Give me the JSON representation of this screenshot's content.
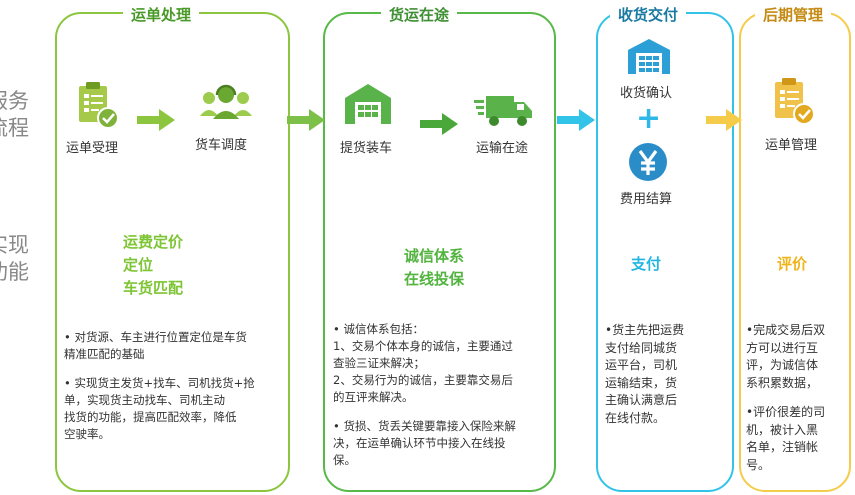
{
  "side_labels": {
    "service_flow": [
      "服务",
      "流程"
    ],
    "functions": [
      "实现",
      "功能"
    ]
  },
  "colors": {
    "green_stage": "#8cc63f",
    "mid_stage": "#57b947",
    "pay_stage": "#32c3e8",
    "review_stage": "#f5cc4a",
    "feature_text_green": "#7dc534",
    "feature_text_mid": "#52b33f",
    "pay_text": "#22b5e2",
    "review_text": "#f0b41c"
  },
  "stages": [
    {
      "title": "运单处理",
      "steps": [
        {
          "label": "运单受理",
          "icon": "clipboard-check-icon"
        },
        {
          "label": "货车调度",
          "icon": "dispatch-team-icon"
        }
      ],
      "features": [
        "运费定价",
        "定位",
        "车货匹配"
      ],
      "details": [
        [
          "•  对货源、车主进行位置定位是车货",
          "    精准匹配的基础"
        ],
        [
          "•  实现货主发货+找车、司机找货+抢",
          "    单，实现货主动找车、司机主动",
          "    找货的功能，提高匹配效率，降低",
          "    空驶率。"
        ]
      ]
    },
    {
      "title": "货运在途",
      "steps": [
        {
          "label": "提货装车",
          "icon": "warehouse-icon"
        },
        {
          "label": "运输在途",
          "icon": "moving-truck-icon"
        }
      ],
      "features": [
        "诚信体系",
        "在线投保"
      ],
      "details": [
        [
          "•  诚信体系包括：",
          "1、交易个体本身的诚信，主要通过",
          "查验三证来解决；",
          "2、交易行为的诚信，主要靠交易后",
          "的互评来解决。"
        ],
        [
          "•  货损、货丢关键要靠接入保险来解",
          "    决，在运单确认环节中接入在线投",
          "    保。"
        ]
      ]
    },
    {
      "title": "收货交付",
      "steps": [
        {
          "label": "收货确认",
          "icon": "receive-warehouse-icon"
        },
        {
          "label": "费用结算",
          "icon": "yen-coin-icon"
        }
      ],
      "features": [
        "支付"
      ],
      "details": [
        [
          "•货主先把运费",
          "支付给同城货",
          "运平台，司机",
          "运输结束，货",
          "主确认满意后",
          "在线付款。"
        ]
      ]
    },
    {
      "title": "后期管理",
      "steps": [
        {
          "label": "运单管理",
          "icon": "clipboard-check-icon"
        }
      ],
      "features": [
        "评价"
      ],
      "details": [
        [
          "•完成交易后双",
          "方可以进行互",
          "评，为诚信体",
          "系积累数据，"
        ],
        [
          "•评价很差的司",
          "机，被计入黑",
          "名单，注销帐",
          "号。"
        ]
      ]
    }
  ],
  "plus_sign": "+"
}
